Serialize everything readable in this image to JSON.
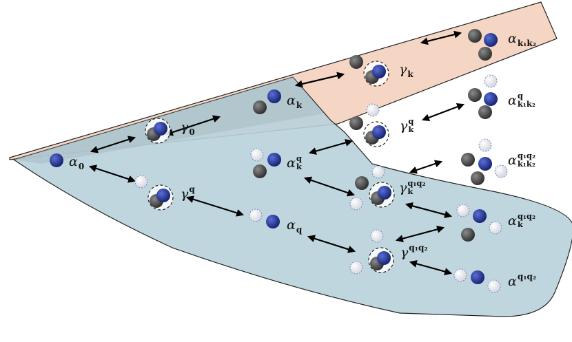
{
  "colors": {
    "orange_region": "#f5d6c4",
    "blue_region": "#b9d2db",
    "blue_particle": "#1f2f8c",
    "gray_particle": "#4a4a4a",
    "hole_particle": "#e6e6ee",
    "arrow": "#000000"
  },
  "labels": {
    "alpha_0": {
      "base": "α",
      "sub": "0"
    },
    "gamma_0": {
      "base": "γ",
      "sub": "0"
    },
    "alpha_k": {
      "base": "α",
      "sub": "k"
    },
    "gamma_k": {
      "base": "γ",
      "sub": "k"
    },
    "alpha_k1k2": {
      "base": "α",
      "sub": "k₁k₂"
    },
    "alpha_k1k2_q": {
      "base": "α",
      "sup": "q",
      "sub": "k₁k₂"
    },
    "gamma_k_q": {
      "base": "γ",
      "sup": "q",
      "sub": "k"
    },
    "alpha_k_q": {
      "base": "α",
      "sup": "q",
      "sub": "k"
    },
    "gamma_q": {
      "base": "γ",
      "sup": "q"
    },
    "gamma_k_q1q2": {
      "base": "γ",
      "sup": "q₁q₂",
      "sub": "k"
    },
    "alpha_k1k2_q1q2": {
      "base": "α",
      "sup": "q₁q₂",
      "sub": "k₁k₂"
    },
    "alpha_q": {
      "base": "α",
      "sub": "q"
    },
    "alpha_k_q1q2": {
      "base": "α",
      "sup": "q₁q₂",
      "sub": "k"
    },
    "gamma_q1q2": {
      "base": "γ",
      "sup": "q₁q₂"
    },
    "alpha_q1q2": {
      "base": "α",
      "sup": "q₁q₂"
    }
  }
}
